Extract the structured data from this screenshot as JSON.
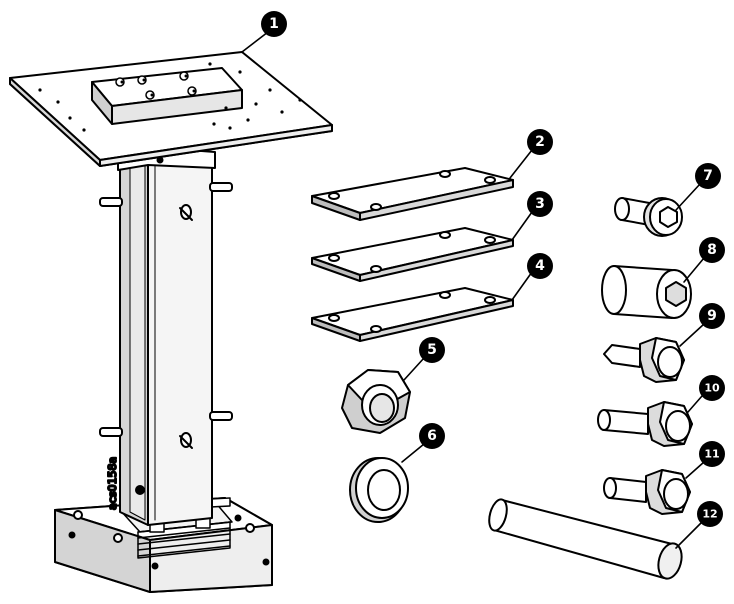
{
  "figure_id": "acs0158a",
  "callouts": [
    {
      "num": "1"
    },
    {
      "num": "2"
    },
    {
      "num": "3"
    },
    {
      "num": "4"
    },
    {
      "num": "5"
    },
    {
      "num": "6"
    },
    {
      "num": "7"
    },
    {
      "num": "8"
    },
    {
      "num": "9"
    },
    {
      "num": "10"
    },
    {
      "num": "11"
    },
    {
      "num": "12"
    }
  ],
  "colors": {
    "line": "#000000",
    "fill": "#ffffff",
    "shade": "#dcdcdc",
    "callout": "#000000"
  }
}
